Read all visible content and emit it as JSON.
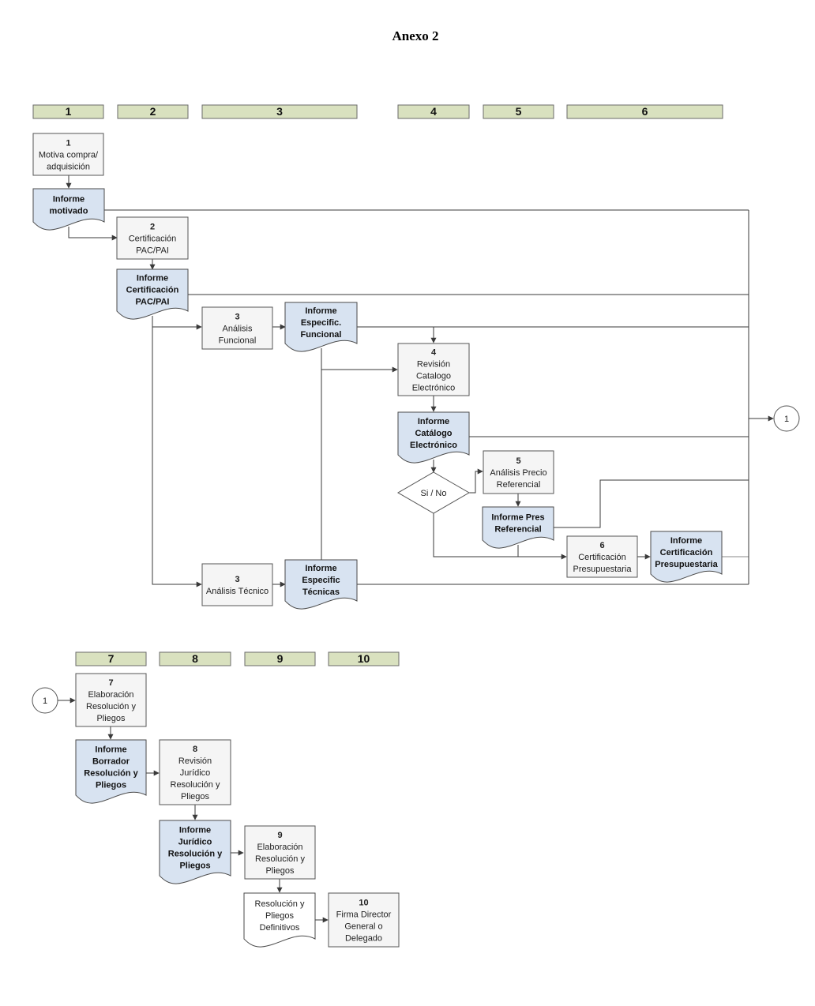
{
  "title": "Anexo 2",
  "lanes_top": [
    "1",
    "2",
    "3",
    "4",
    "5",
    "6"
  ],
  "lanes_bottom": [
    "7",
    "8",
    "9",
    "10"
  ],
  "connector_label": "1",
  "processes": {
    "p1": {
      "num": "1",
      "lines": [
        "Motiva compra/",
        "adquisición"
      ]
    },
    "p2": {
      "num": "2",
      "lines": [
        "Certificación",
        "PAC/PAI"
      ]
    },
    "p3a": {
      "num": "3",
      "lines": [
        "Análisis",
        "Funcional"
      ]
    },
    "p3b": {
      "num": "3",
      "lines": [
        "Análisis Técnico"
      ]
    },
    "p4": {
      "num": "4",
      "lines": [
        "Revisión",
        "Catalogo",
        "Electrónico"
      ]
    },
    "p5": {
      "num": "5",
      "lines": [
        "Análisis Precio",
        "Referencial"
      ]
    },
    "p6": {
      "num": "6",
      "lines": [
        "Certificación",
        "Presupuestaria"
      ]
    },
    "p7": {
      "num": "7",
      "lines": [
        "Elaboración",
        "Resolución y",
        "Pliegos"
      ]
    },
    "p8": {
      "num": "8",
      "lines": [
        "Revisión",
        "Jurídico",
        "Resolución y",
        "Pliegos"
      ]
    },
    "p9": {
      "num": "9",
      "lines": [
        "Elaboración",
        "Resolución y",
        "Pliegos"
      ]
    },
    "p10": {
      "num": "10",
      "lines": [
        "Firma Director",
        "General o",
        "Delegado"
      ]
    }
  },
  "documents": {
    "d1": {
      "lines": [
        "Informe",
        "motivado"
      ]
    },
    "d2": {
      "lines": [
        "Informe",
        "Certificación",
        "PAC/PAI"
      ]
    },
    "d3a": {
      "lines": [
        "Informe",
        "Especific.",
        "Funcional"
      ]
    },
    "d3b": {
      "lines": [
        "Informe",
        "Especific",
        "Técnicas"
      ]
    },
    "d4": {
      "lines": [
        "Informe",
        "Catálogo",
        "Electrónico"
      ]
    },
    "d5": {
      "lines": [
        "Informe Pres",
        "Referencial"
      ]
    },
    "d6": {
      "lines": [
        "Informe",
        "Certificación",
        "Presupuestaria"
      ]
    },
    "d7": {
      "lines": [
        "Informe",
        "Borrador",
        "Resolución y",
        "Pliegos"
      ]
    },
    "d8": {
      "lines": [
        "Informe",
        "Jurídico",
        "Resolución y",
        "Pliegos"
      ]
    },
    "d9": {
      "lines": [
        "Resolución y",
        "Pliegos",
        "Definitivos"
      ]
    }
  },
  "decision": {
    "label": "Si / No"
  }
}
